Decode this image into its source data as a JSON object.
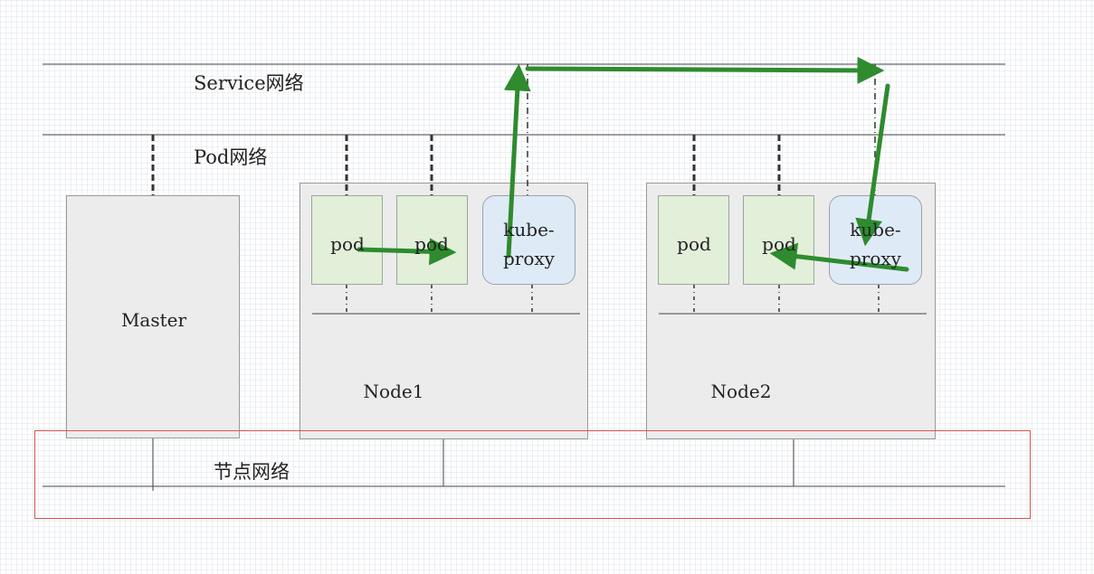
{
  "networks": {
    "service": "Service网络",
    "pod": "Pod网络",
    "node": "节点网络"
  },
  "master": {
    "label": "Master"
  },
  "node1": {
    "label": "Node1",
    "pods": [
      "pod",
      "pod"
    ],
    "proxy": [
      "kube-",
      "proxy"
    ]
  },
  "node2": {
    "label": "Node2",
    "pods": [
      "pod",
      "pod"
    ],
    "proxy": [
      "kube-",
      "proxy"
    ]
  },
  "colors": {
    "arrow": "#2e8b2e",
    "pod_fill": "#e2efd9",
    "proxy_fill": "#deebf7",
    "node_fill": "#ececec",
    "highlight": "#d9534f"
  }
}
